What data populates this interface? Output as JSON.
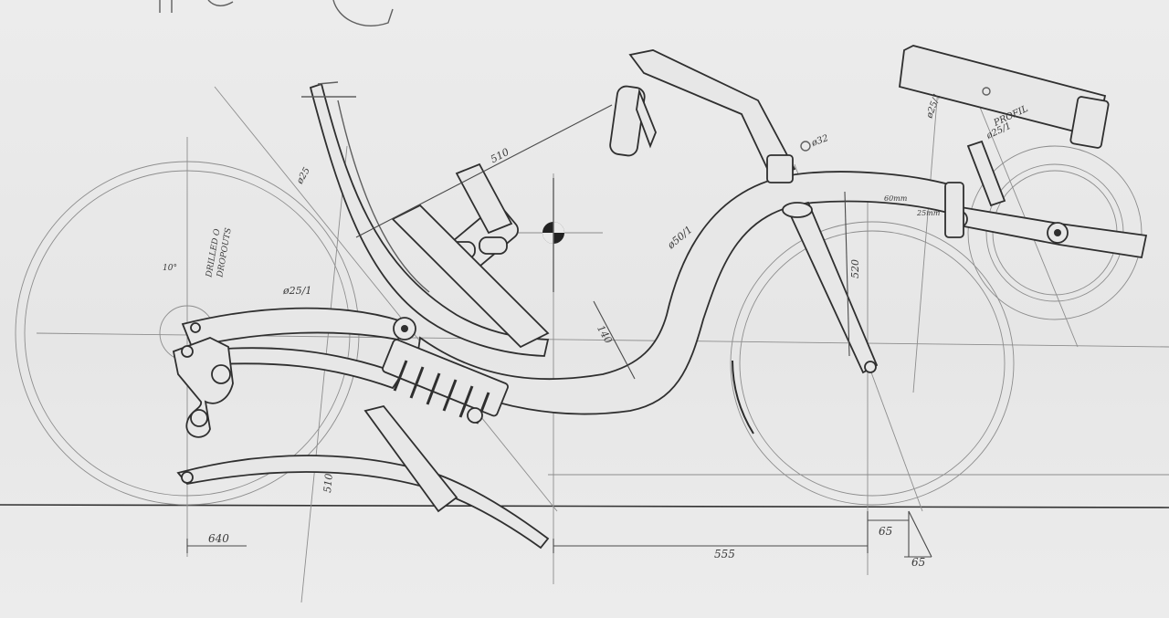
{
  "drawing": {
    "paper_color": "#e9e9e9",
    "ink_color": "#2d2d2d",
    "annotations": {
      "wheelbase": "555",
      "rear_offset": "640",
      "front_offset": "65",
      "front_drop": "65",
      "frame_length": "510",
      "dim_140": "140",
      "dim_520": "520",
      "dim_510_vertical": "510",
      "tube_dia_25": "ø25/1",
      "tube_dia_50": "ø50/1",
      "tube_dia_32": "ø32",
      "tube_dia_25b": "ø25/1",
      "seat_dia": "ø25",
      "rear_label_line1": "DRILLED O",
      "rear_label_line2": "DROPOUTS",
      "rear_small_note": "10°",
      "boom_label": "PROFIL",
      "boom_dia": "ø25/1",
      "front_small_1": "60mm",
      "front_small_2": "25mm"
    }
  }
}
